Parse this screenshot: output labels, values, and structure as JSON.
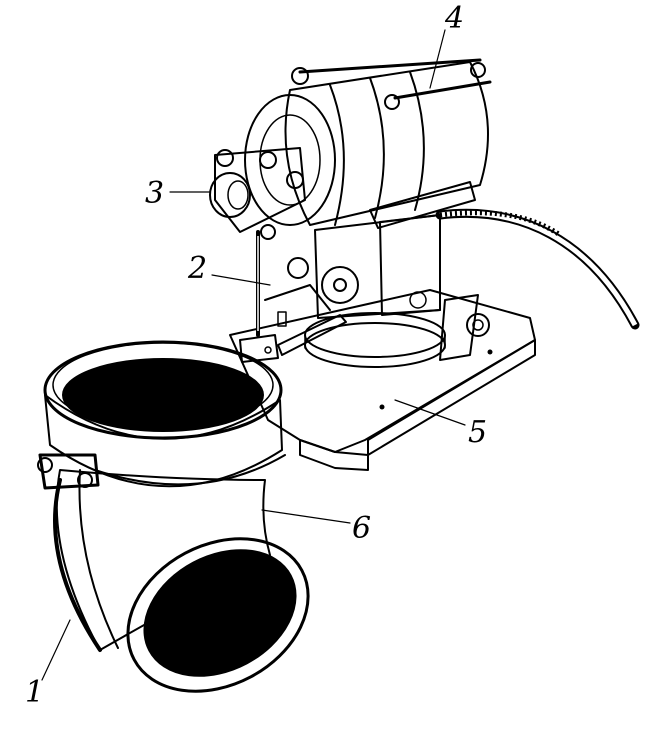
{
  "colors": {
    "ink": "#000000",
    "paper": "#ffffff"
  },
  "callouts": [
    {
      "id": "1",
      "text": "1"
    },
    {
      "id": "2",
      "text": "2"
    },
    {
      "id": "3",
      "text": "3"
    },
    {
      "id": "4",
      "text": "4"
    },
    {
      "id": "5",
      "text": "5"
    },
    {
      "id": "6",
      "text": "6"
    }
  ]
}
